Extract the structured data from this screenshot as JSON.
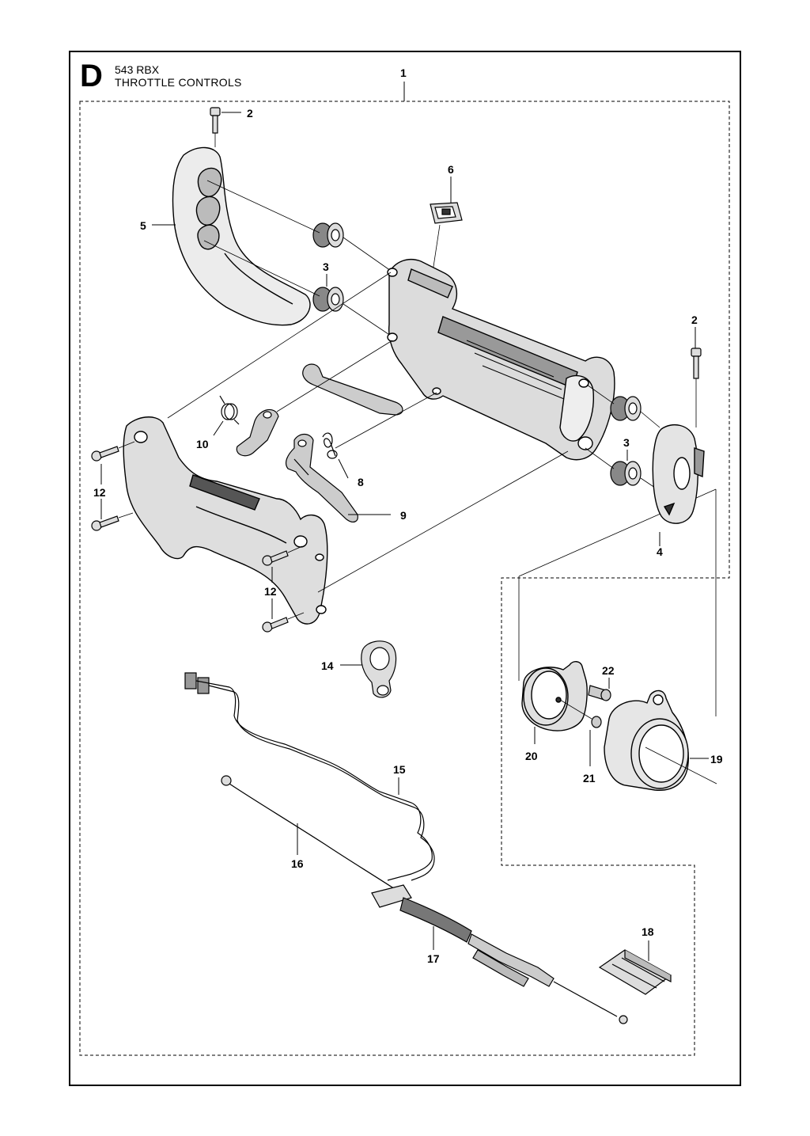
{
  "header": {
    "section": "D",
    "model": "543 RBX",
    "title": "THROTTLE CONTROLS"
  },
  "callouts": [
    {
      "id": "c1",
      "label": "1"
    },
    {
      "id": "c2a",
      "label": "2"
    },
    {
      "id": "c2b",
      "label": "2"
    },
    {
      "id": "c3a",
      "label": "3"
    },
    {
      "id": "c3b",
      "label": "3"
    },
    {
      "id": "c4",
      "label": "4"
    },
    {
      "id": "c5",
      "label": "5"
    },
    {
      "id": "c6",
      "label": "6"
    },
    {
      "id": "c8",
      "label": "8"
    },
    {
      "id": "c9",
      "label": "9"
    },
    {
      "id": "c10",
      "label": "10"
    },
    {
      "id": "c12a",
      "label": "12"
    },
    {
      "id": "c12b",
      "label": "12"
    },
    {
      "id": "c14",
      "label": "14"
    },
    {
      "id": "c15",
      "label": "15"
    },
    {
      "id": "c16",
      "label": "16"
    },
    {
      "id": "c17",
      "label": "17"
    },
    {
      "id": "c18",
      "label": "18"
    },
    {
      "id": "c19",
      "label": "19"
    },
    {
      "id": "c20",
      "label": "20"
    },
    {
      "id": "c21",
      "label": "21"
    },
    {
      "id": "c22",
      "label": "22"
    }
  ]
}
